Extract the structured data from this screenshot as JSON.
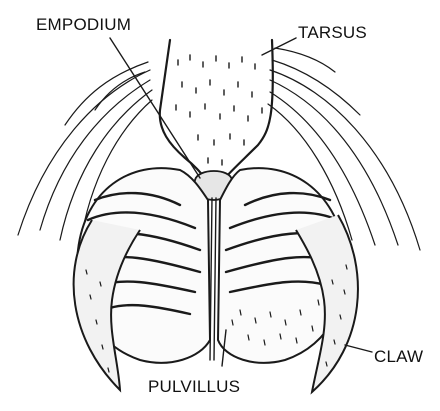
{
  "figure": {
    "labels": {
      "empodium": "EMPODIUM",
      "tarsus": "TARSUS",
      "pulvillus": "PULVILLUS",
      "claw": "CLAW"
    },
    "colors": {
      "ink": "#1a1a1a",
      "background": "#ffffff"
    }
  }
}
